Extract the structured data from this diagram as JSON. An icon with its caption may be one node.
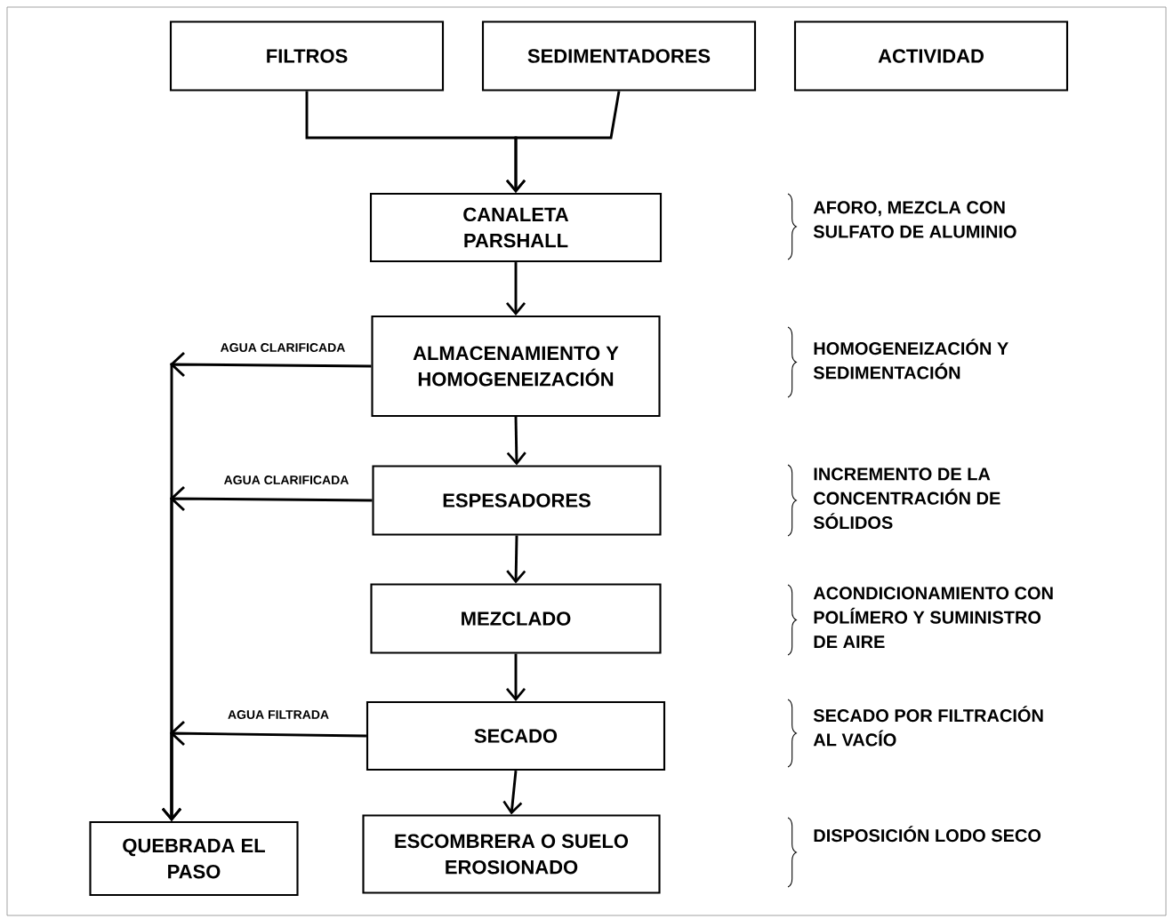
{
  "diagram": {
    "nodes": [
      {
        "text": [
          "FILTROS"
        ]
      },
      {
        "text": [
          "SEDIMENTADORES"
        ]
      },
      {
        "text": [
          "ACTIVIDAD"
        ]
      },
      {
        "text": [
          "CANALETA PARSHALL"
        ]
      },
      {
        "text": [
          "ALMACENAMIENTO Y HOMOGENEIZACIÓN"
        ]
      },
      {
        "text": [
          "ESPESADORES"
        ]
      },
      {
        "text": [
          "MEZCLADO"
        ]
      },
      {
        "text": [
          "SECADO"
        ]
      },
      {
        "text": [
          "QUEBRADA EL PASO"
        ]
      },
      {
        "text": [
          "ESCOMBRERA O SUELO EROSIONADO"
        ]
      }
    ],
    "edges": [
      {
        "from": 0,
        "to": 3,
        "arrow": "to"
      },
      {
        "from": 1,
        "to": 3,
        "arrow": "to"
      },
      {
        "from": 3,
        "to": 4,
        "arrow": "to"
      },
      {
        "from": 4,
        "to": 5,
        "arrow": "to"
      },
      {
        "from": 5,
        "to": 6,
        "arrow": "to"
      },
      {
        "from": 6,
        "to": 7,
        "arrow": "to"
      },
      {
        "from": 7,
        "to": 9,
        "arrow": "to"
      },
      {
        "from": 4,
        "to": 8,
        "arrow": "to",
        "label": "AGUA CLARIFICADA"
      },
      {
        "from": 5,
        "to": 8,
        "arrow": "to",
        "label": "AGUA CLARIFICADA"
      },
      {
        "from": 7,
        "to": 8,
        "arrow": "to",
        "label": "AGUA FILTRADA"
      }
    ],
    "labels": [
      "AFORO, MEZCLA CON SULFATO DE ALUMINIO",
      "HOMOGENEIZACIÓN Y SEDIMENTACIÓN",
      "INCREMENTO DE LA CONCENTRACIÓN DE SÓLIDOS",
      "ACONDICIONAMIENTO CON POLÍMERO Y SUMINISTRO DE AIRE",
      "SECADO POR FILTRACIÓN AL VACÍO",
      "DISPOSICIÓN LODO SECO"
    ]
  }
}
